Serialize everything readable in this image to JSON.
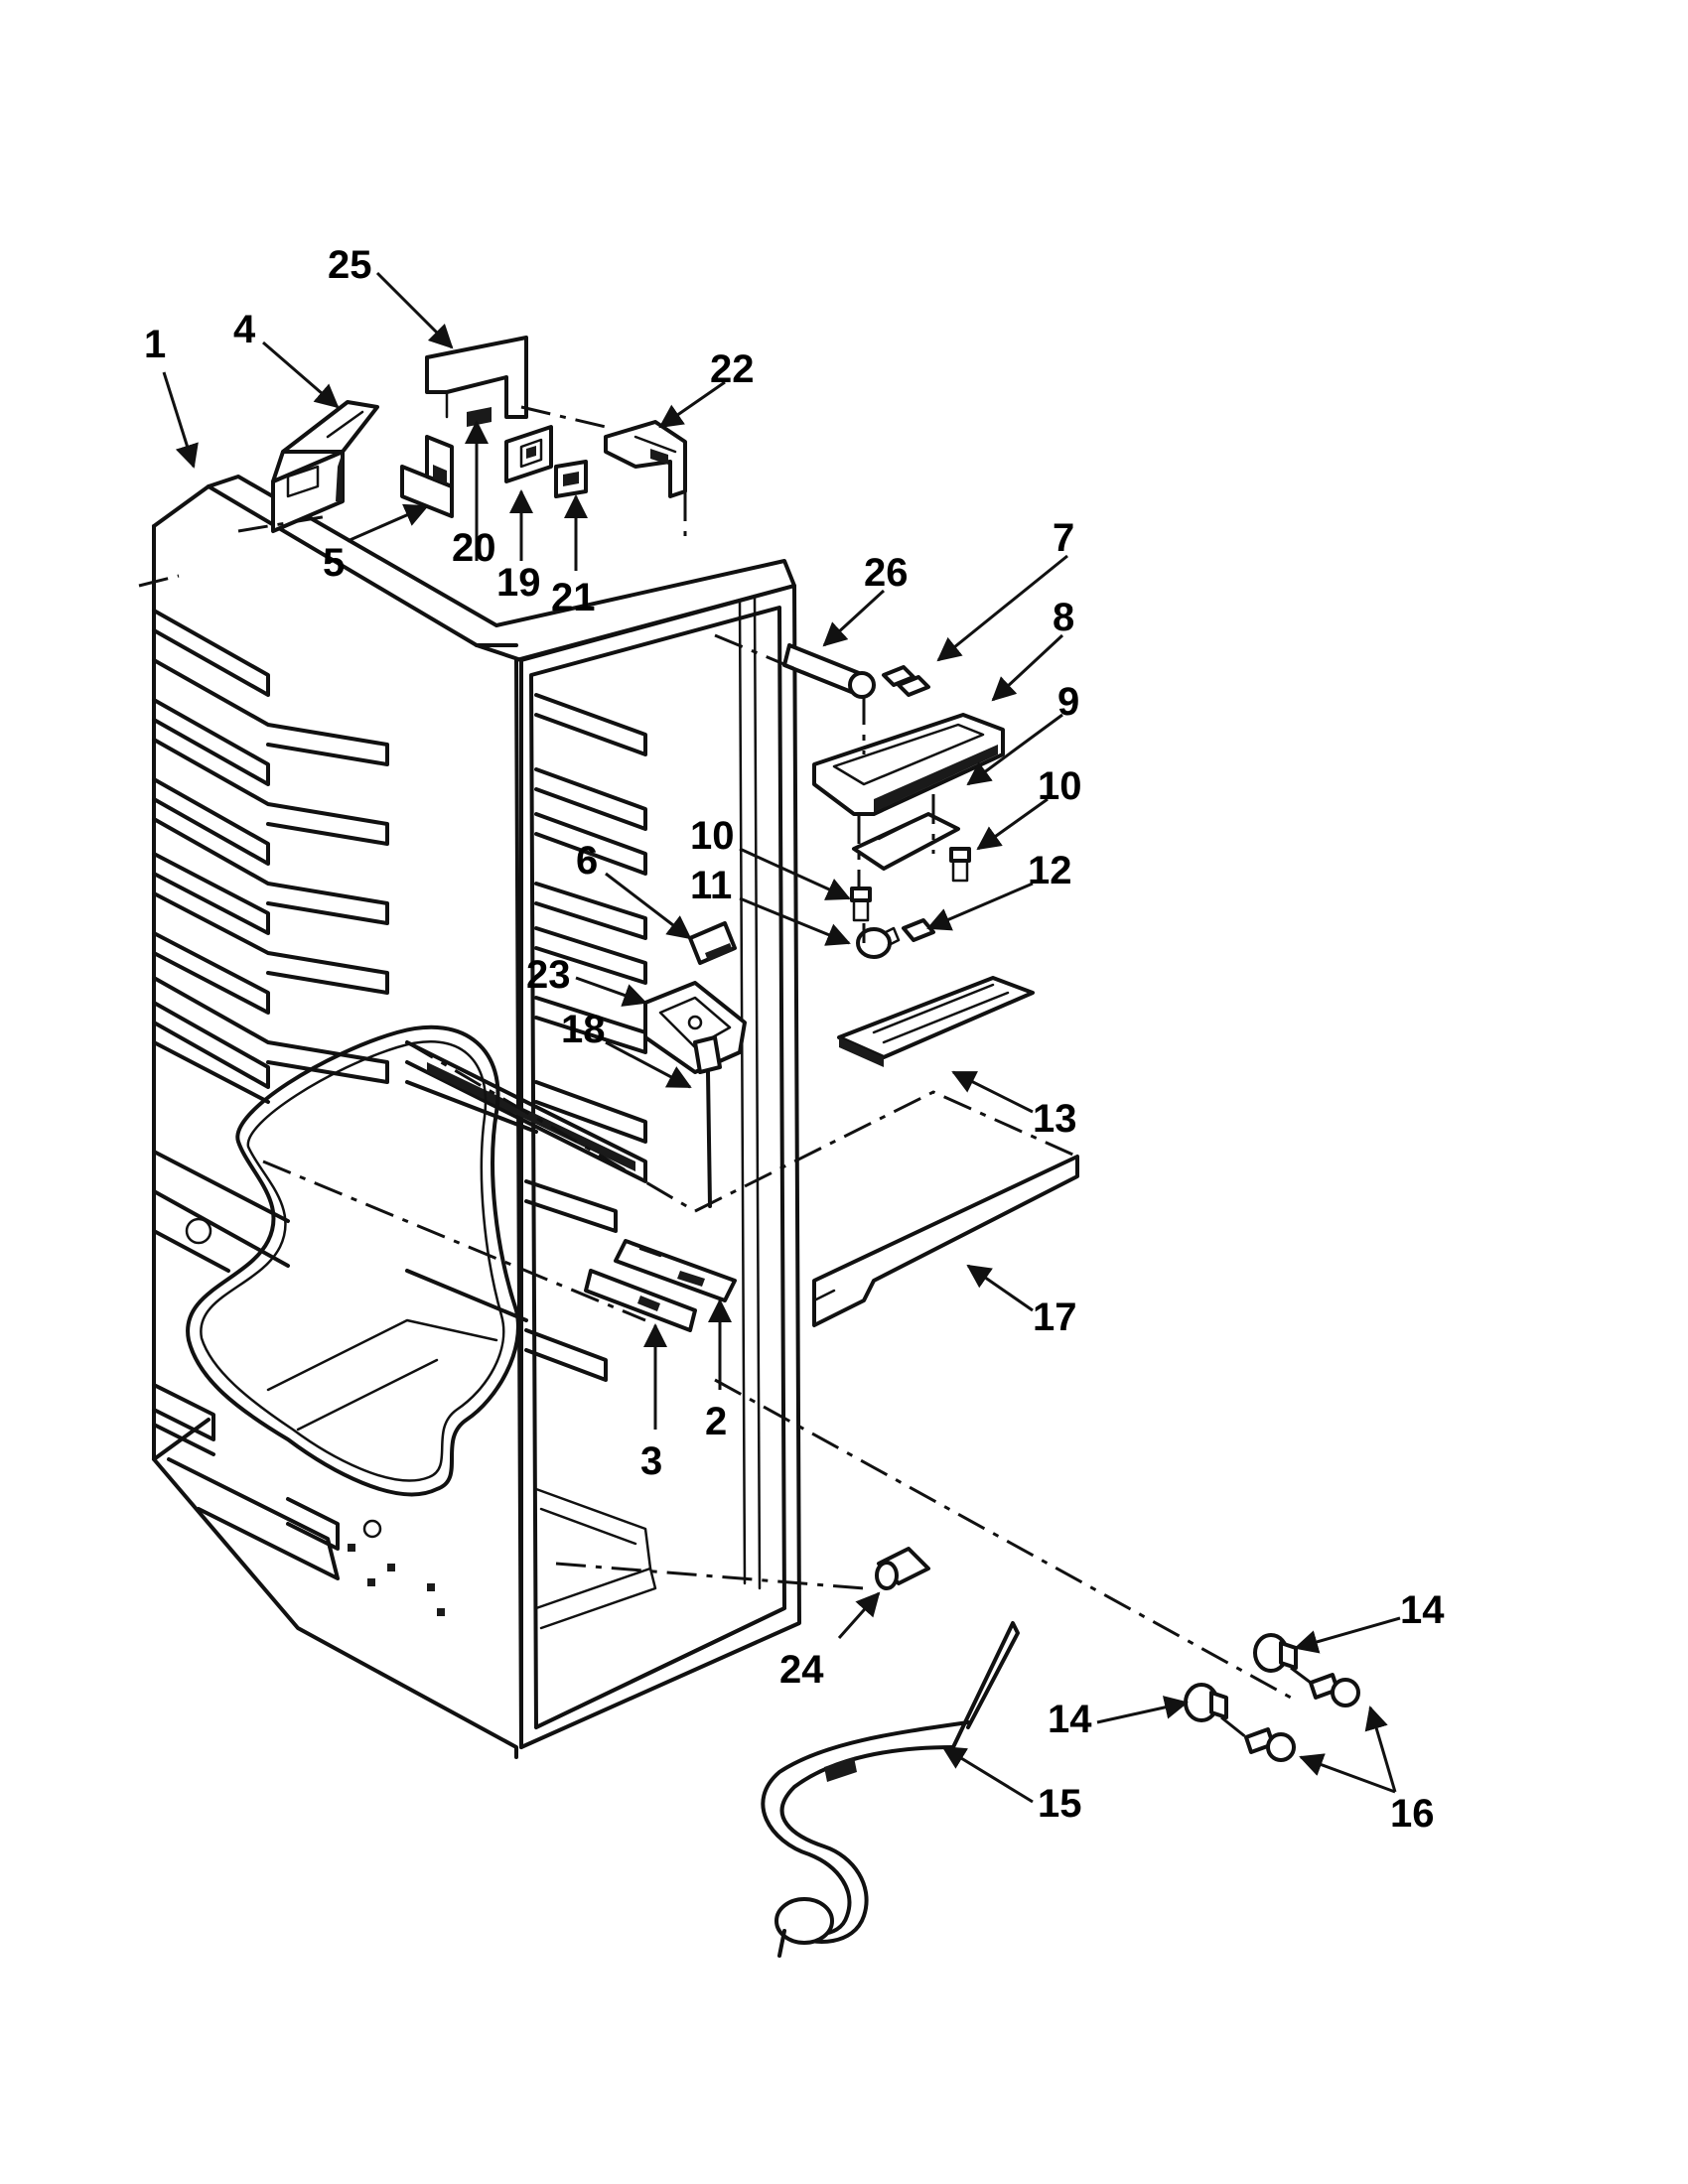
{
  "callouts": [
    {
      "id": "c1",
      "label": "1"
    },
    {
      "id": "c2",
      "label": "2"
    },
    {
      "id": "c3",
      "label": "3"
    },
    {
      "id": "c4",
      "label": "4"
    },
    {
      "id": "c5",
      "label": "5"
    },
    {
      "id": "c6",
      "label": "6"
    },
    {
      "id": "c7",
      "label": "7"
    },
    {
      "id": "c8",
      "label": "8"
    },
    {
      "id": "c9",
      "label": "9"
    },
    {
      "id": "c10a",
      "label": "10"
    },
    {
      "id": "c10b",
      "label": "10"
    },
    {
      "id": "c11",
      "label": "11"
    },
    {
      "id": "c12",
      "label": "12"
    },
    {
      "id": "c13",
      "label": "13"
    },
    {
      "id": "c14a",
      "label": "14"
    },
    {
      "id": "c14b",
      "label": "14"
    },
    {
      "id": "c15",
      "label": "15"
    },
    {
      "id": "c16",
      "label": "16"
    },
    {
      "id": "c17",
      "label": "17"
    },
    {
      "id": "c18",
      "label": "18"
    },
    {
      "id": "c19",
      "label": "19"
    },
    {
      "id": "c20",
      "label": "20"
    },
    {
      "id": "c21",
      "label": "21"
    },
    {
      "id": "c22",
      "label": "22"
    },
    {
      "id": "c23",
      "label": "23"
    },
    {
      "id": "c24",
      "label": "24"
    },
    {
      "id": "c25",
      "label": "25"
    },
    {
      "id": "c26",
      "label": "26"
    }
  ]
}
